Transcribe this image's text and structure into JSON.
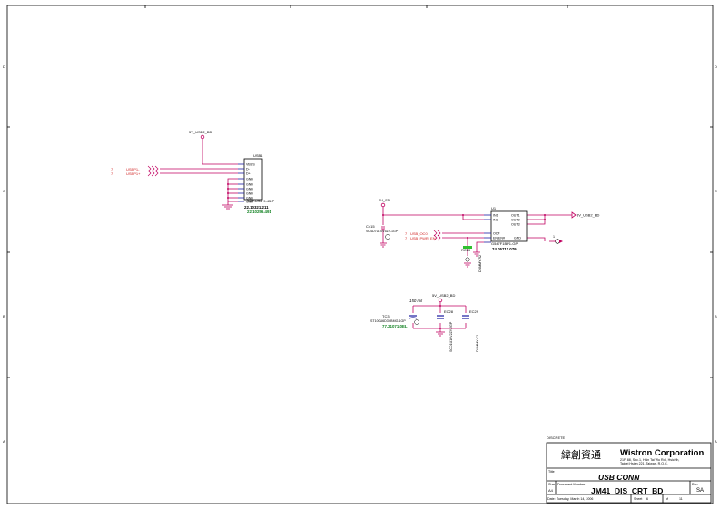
{
  "sheet": {
    "zone_rows": [
      "D",
      "C",
      "B",
      "A"
    ],
    "zone_cols": [
      "1",
      "2",
      "3",
      "4",
      "5"
    ]
  },
  "usb_port": {
    "power_net": "5V_USB2_BD",
    "refdes": "USB1",
    "pins": [
      "VBUS",
      "D-",
      "D+",
      "GND",
      "GND",
      "GND",
      "GND",
      "GND",
      "GND"
    ],
    "part_desc": "SKT-USB 9-45-P",
    "part_no": "22.10321.211",
    "alt_part_no": "22.10256.491",
    "sheet_ref_1": "7",
    "sheet_ref_2": "7",
    "net_1": "USBP1-",
    "net_2": "USBP1+"
  },
  "power_switch": {
    "refdes": "U1",
    "in_net": "5V_S5",
    "cap_refdes": "C415",
    "cap_desc": "SC4D7U10V5ZY-1GP",
    "in_pins": [
      "IN1",
      "IN2"
    ],
    "out_pins": [
      "OUT1",
      "OUT2",
      "OUT3"
    ],
    "ctl_pins": [
      "OC#",
      "EN/EN#",
      "GND"
    ],
    "out_net": "5V_USB2_BD",
    "sheet_ref_1": "7",
    "sheet_ref_2": "7",
    "ctl_net_1": "USB_OC0",
    "ctl_net_2": "USB_PWR_EN",
    "part_desc": "G547F1BP1-GP",
    "part_no": "74.05711.079",
    "res_refdes": "RC20",
    "res_desc": "DUMMY-R2",
    "flag": "1"
  },
  "bulk_caps": {
    "power_net": "5V_USB2_BD",
    "note": "150 mil",
    "tc_refdes": "TC3",
    "tc_desc": "ST100U6D3VBMG-1GP",
    "tc_part": "77.21071.0EL",
    "c1_refdes": "EC28",
    "c1_desc": "SCD1U16V2ZY-2GP",
    "c2_refdes": "EC29",
    "c2_desc": "DUMMY-C2"
  },
  "title_block": {
    "section": "DISCRETE",
    "company_cn": "緯創資通",
    "company": "Wistron Corporation",
    "address_1": "21F, 88, Sec.1, Hsin Tai Wu Rd., Hsichih,",
    "address_2": "Taipei Hsien 221, Taiwan, R.O.C.",
    "title_label": "Title",
    "title": "USB CONN",
    "size_label": "Size",
    "size": "A4",
    "doc_label": "Document Number",
    "doc": "JM41_DIS_CRT_BD",
    "rev_label": "Rev",
    "rev": "SA",
    "date_label": "Date:",
    "date": "Tuesday, March 14, 2006",
    "sheet_label": "Sheet",
    "sheet": "6",
    "of_label": "of",
    "sheet_total": "11"
  },
  "colors": {
    "wire": "#c00060",
    "pin": "#1a1aa0",
    "net": "#d02020",
    "part_no": "#108020",
    "border": "#000000"
  }
}
